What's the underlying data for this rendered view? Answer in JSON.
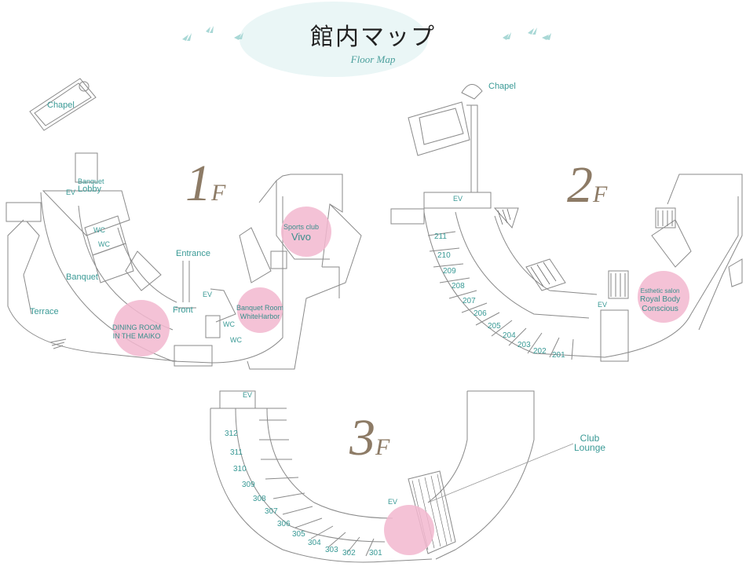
{
  "header": {
    "title": "館内マップ",
    "subtitle": "Floor Map"
  },
  "colors": {
    "line": "#8a8a8a",
    "teal": "#3a9a96",
    "pink": "#f2b7cf",
    "floor_num": "#8d7b66"
  },
  "floor1": {
    "num": "1",
    "suffix": "F",
    "labels": {
      "chapel": "Chapel",
      "banquet_lobby_1": "Banquet",
      "banquet_lobby_2": "Lobby",
      "ev": "EV",
      "wc": "WC",
      "banquet": "Banquet",
      "terrace": "Terrace",
      "entrance": "Entrance",
      "front": "Front",
      "dining_1": "DINING ROOM",
      "dining_2": "IN THE MAIKO",
      "sports_1": "Sports club",
      "sports_2": "Vivo",
      "banquet_room_1": "Banquet Room",
      "banquet_room_2": "WhiteHarbor"
    }
  },
  "floor2": {
    "num": "2",
    "suffix": "F",
    "labels": {
      "chapel": "Chapel",
      "ev": "EV",
      "esthetic_1": "Esthetic salon",
      "esthetic_2": "Royal Body",
      "esthetic_3": "Conscious"
    },
    "rooms": [
      "211",
      "210",
      "209",
      "208",
      "207",
      "206",
      "205",
      "204",
      "203",
      "202",
      "201"
    ]
  },
  "floor3": {
    "num": "3",
    "suffix": "F",
    "labels": {
      "ev": "EV",
      "club_1": "Club",
      "club_2": "Lounge"
    },
    "rooms": [
      "312",
      "311",
      "310",
      "309",
      "308",
      "307",
      "306",
      "305",
      "304",
      "303",
      "302",
      "301"
    ]
  }
}
